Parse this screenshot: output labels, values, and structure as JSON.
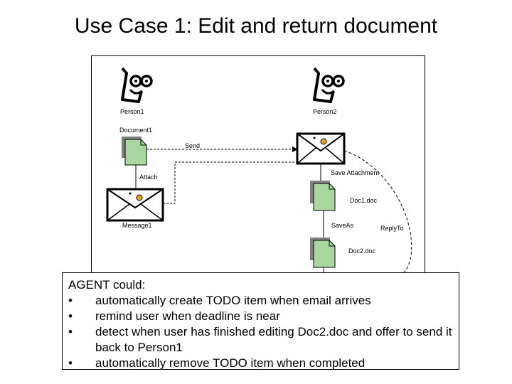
{
  "title": "Use Case 1: Edit and return document",
  "labels": {
    "person1": "Person1",
    "person2": "Person2",
    "document1": "Document1",
    "send": "Send",
    "attach": "Attach",
    "save_attachment": "Save Attachment",
    "message1": "Message1",
    "doc1": "Doc1.doc",
    "saveas": "SaveAs",
    "replyto": "ReplyTo",
    "doc2": "Doc2.doc"
  },
  "agent": {
    "heading": "AGENT could:",
    "items": [
      "automatically create TODO item when email arrives",
      "remind user when deadline is near",
      "detect when user has finished editing Doc2.doc and offer to send it back to Person1",
      "automatically remove TODO item when completed"
    ]
  },
  "icons": {
    "person": "person-icon",
    "document": "document-icon",
    "envelope": "envelope-icon"
  }
}
